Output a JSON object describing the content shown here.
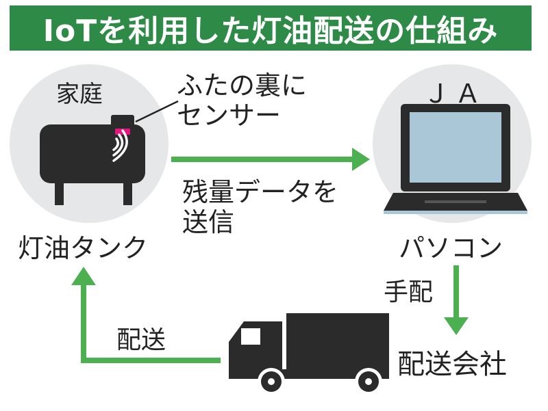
{
  "title": "IoTを利用した灯油配送の仕組み",
  "colors": {
    "title_bg": "#2e8b47",
    "arrow": "#4caf50",
    "circle": "#e6e7e8",
    "device": "#2b2b2b",
    "screen": "#a9c7d6",
    "sensor_light": "#e5177e"
  },
  "home": {
    "label": "家庭",
    "sensor_note_line1": "ふたの裏に",
    "sensor_note_line2": "センサー",
    "tank_label": "灯油タンク"
  },
  "ja": {
    "label": "ＪＡ",
    "pc_label": "パソコン"
  },
  "flows": {
    "send_line1": "残量データを",
    "send_line2": "送信",
    "arrange": "手配",
    "deliver": "配送"
  },
  "company": {
    "label": "配送会社"
  },
  "icons": [
    "tank-icon",
    "sensor-icon",
    "signal-waves-icon",
    "laptop-icon",
    "truck-icon",
    "arrow-right-icon",
    "arrow-down-icon",
    "arrow-up-icon"
  ]
}
